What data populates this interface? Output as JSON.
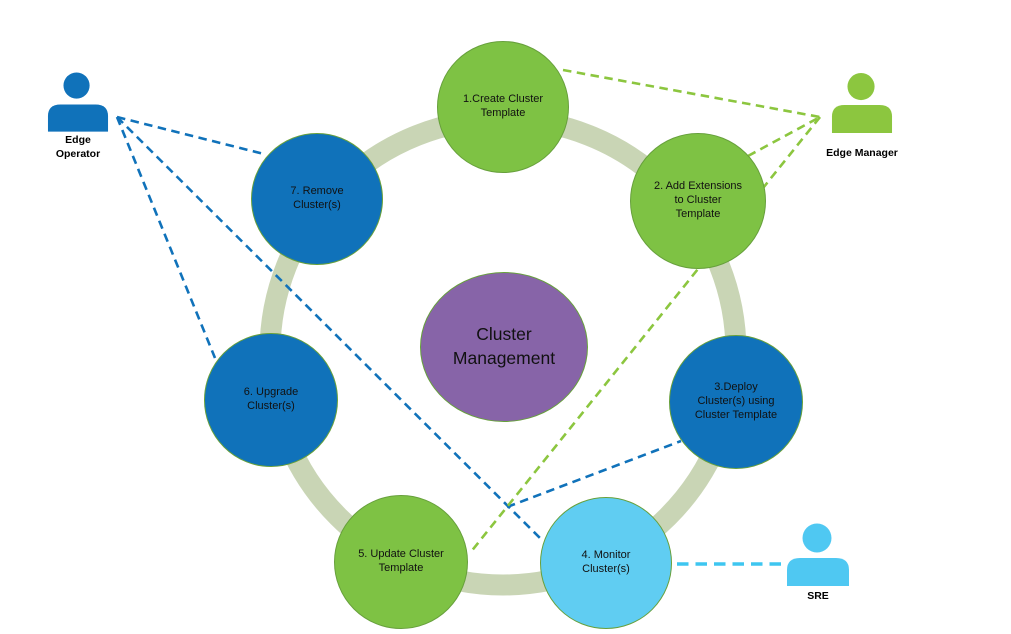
{
  "diagram_title": "Cluster Management",
  "colors": {
    "green": "#7EC244",
    "green_line": "#8CC63F",
    "blue": "#1072BA",
    "lightblue": "#60CDF2",
    "sky": "#4FC8F2",
    "cyan_line": "#3EC6F0",
    "purple": "#8764A8",
    "ring": "#C9D5B5",
    "outline": "#67A03C",
    "text": "#111111"
  },
  "center": {
    "label": "Cluster\nManagement"
  },
  "steps": [
    {
      "id": "create-cluster-template",
      "label": "1.Create Cluster\nTemplate",
      "color": "green"
    },
    {
      "id": "add-extensions-to-cluster-template",
      "label": "2. Add Extensions\nto Cluster\nTemplate",
      "color": "green"
    },
    {
      "id": "deploy-clusters-using-cluster-template",
      "label": "3.Deploy\nCluster(s) using\nCluster Template",
      "color": "blue"
    },
    {
      "id": "monitor-clusters",
      "label": "4. Monitor\nCluster(s)",
      "color": "lightblue"
    },
    {
      "id": "update-cluster-template",
      "label": "5. Update Cluster\nTemplate",
      "color": "green"
    },
    {
      "id": "upgrade-clusters",
      "label": "6. Upgrade\nCluster(s)",
      "color": "blue"
    },
    {
      "id": "remove-clusters",
      "label": "7. Remove\nCluster(s)",
      "color": "blue"
    }
  ],
  "actors": [
    {
      "id": "edge-operator",
      "label": "Edge\nOperator",
      "color": "blue"
    },
    {
      "id": "edge-manager",
      "label": "Edge Manager",
      "color": "green"
    },
    {
      "id": "sre",
      "label": "SRE",
      "color": "lightblue"
    }
  ],
  "connections": [
    {
      "from": "edge-operator",
      "to": "remove-clusters",
      "style": "dashed-blue"
    },
    {
      "from": "edge-operator",
      "to": "upgrade-clusters",
      "style": "dashed-blue"
    },
    {
      "from": "edge-operator",
      "to": "monitor-clusters",
      "style": "dashed-blue"
    },
    {
      "from": "edge-operator",
      "to": "deploy-clusters-using-cluster-template",
      "style": "dashed-blue"
    },
    {
      "from": "edge-manager",
      "to": "create-cluster-template",
      "style": "dashed-green"
    },
    {
      "from": "edge-manager",
      "to": "add-extensions-to-cluster-template",
      "style": "dashed-green"
    },
    {
      "from": "edge-manager",
      "to": "update-cluster-template",
      "style": "dashed-green"
    },
    {
      "from": "sre",
      "to": "monitor-clusters",
      "style": "dashed-cyan"
    }
  ]
}
